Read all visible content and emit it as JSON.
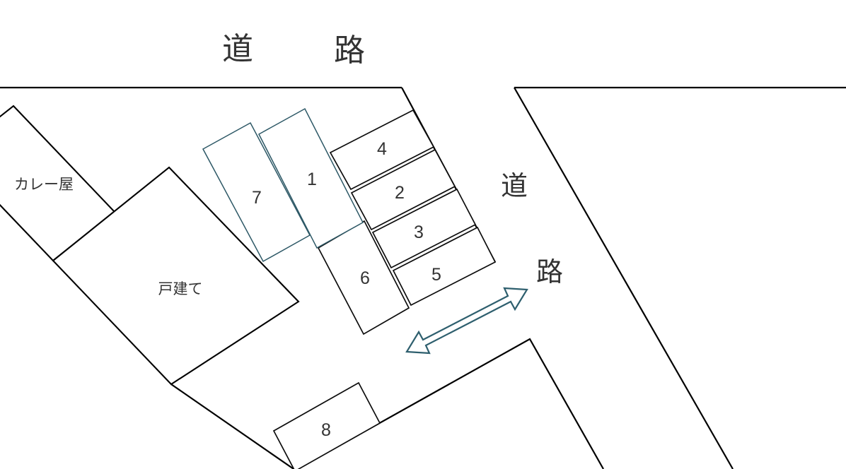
{
  "labels": {
    "road_top_char1": "道",
    "road_top_char2": "路",
    "road_right_char1": "道",
    "road_right_char2": "路",
    "curry_shop": "カレー屋",
    "house": "戸建て"
  },
  "plots": [
    {
      "label": "1"
    },
    {
      "label": "2"
    },
    {
      "label": "3"
    },
    {
      "label": "4"
    },
    {
      "label": "5"
    },
    {
      "label": "6"
    },
    {
      "label": "7"
    },
    {
      "label": "8"
    }
  ],
  "colors": {
    "line_black": "#000000",
    "plot_black": "#0d0d0d",
    "plot_teal": "#2d5866",
    "arrow_teal": "#2e5f6e",
    "text_dark": "#333333"
  }
}
